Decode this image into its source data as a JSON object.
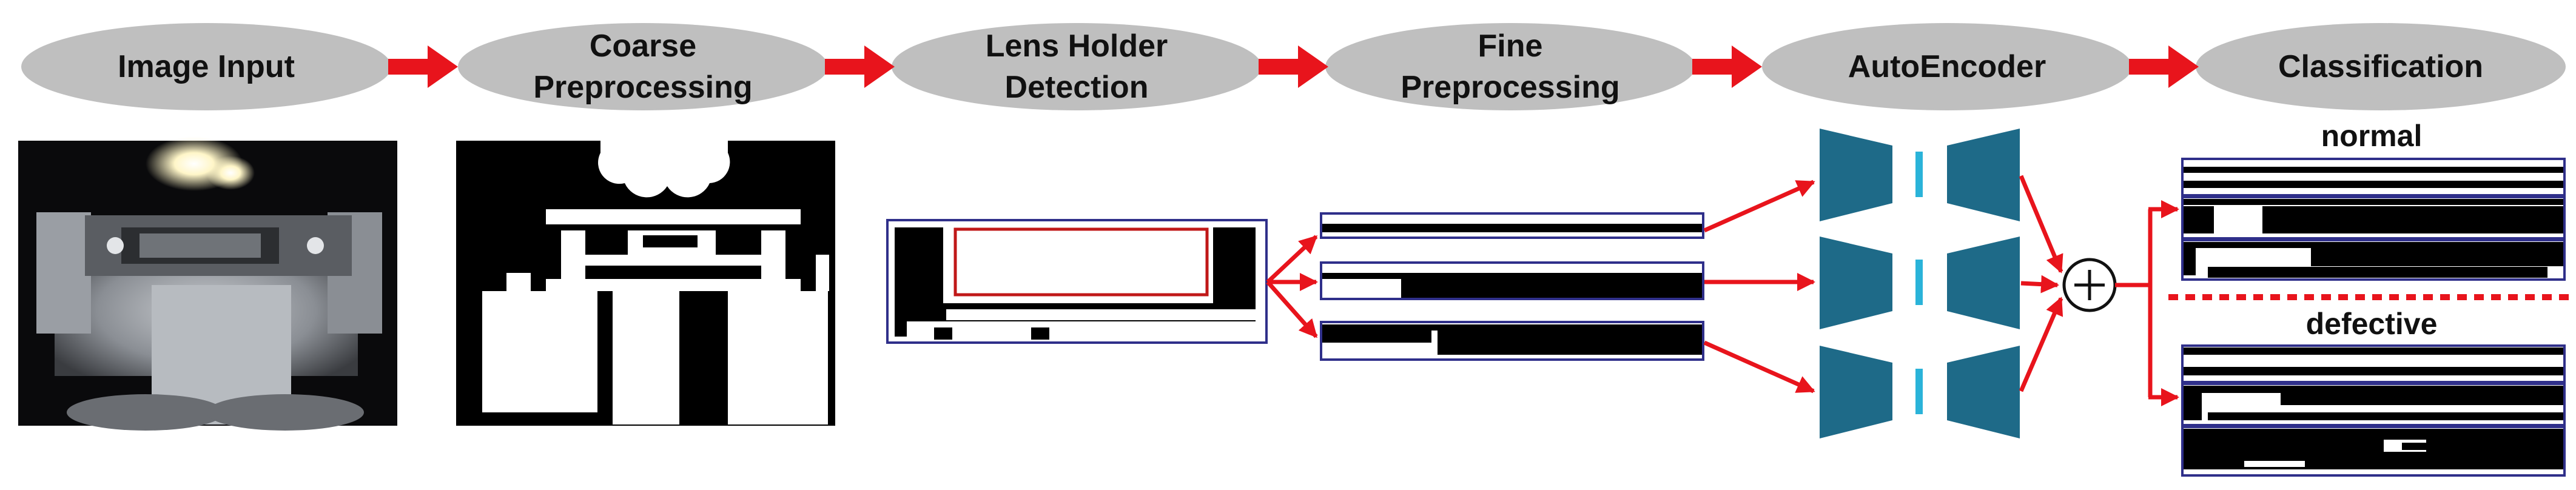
{
  "pipeline": {
    "stages": [
      {
        "label": "Image Input"
      },
      {
        "label": "Coarse\nPreprocessing"
      },
      {
        "label": "Lens Holder\nDetection"
      },
      {
        "label": "Fine\nPreprocessing"
      },
      {
        "label": "AutoEncoder"
      },
      {
        "label": "Classification"
      }
    ]
  },
  "classification": {
    "normal_label": "normal",
    "defective_label": "defective"
  },
  "colors": {
    "ellipse_fill": "#bfbfbf",
    "arrow": "#e8141c",
    "encoder": "#1e6a88",
    "latent": "#2ab3d9",
    "box_border": "#2f2f8a",
    "divider": "#e8141c"
  },
  "icons": {
    "fusion": "sum-node-icon"
  }
}
